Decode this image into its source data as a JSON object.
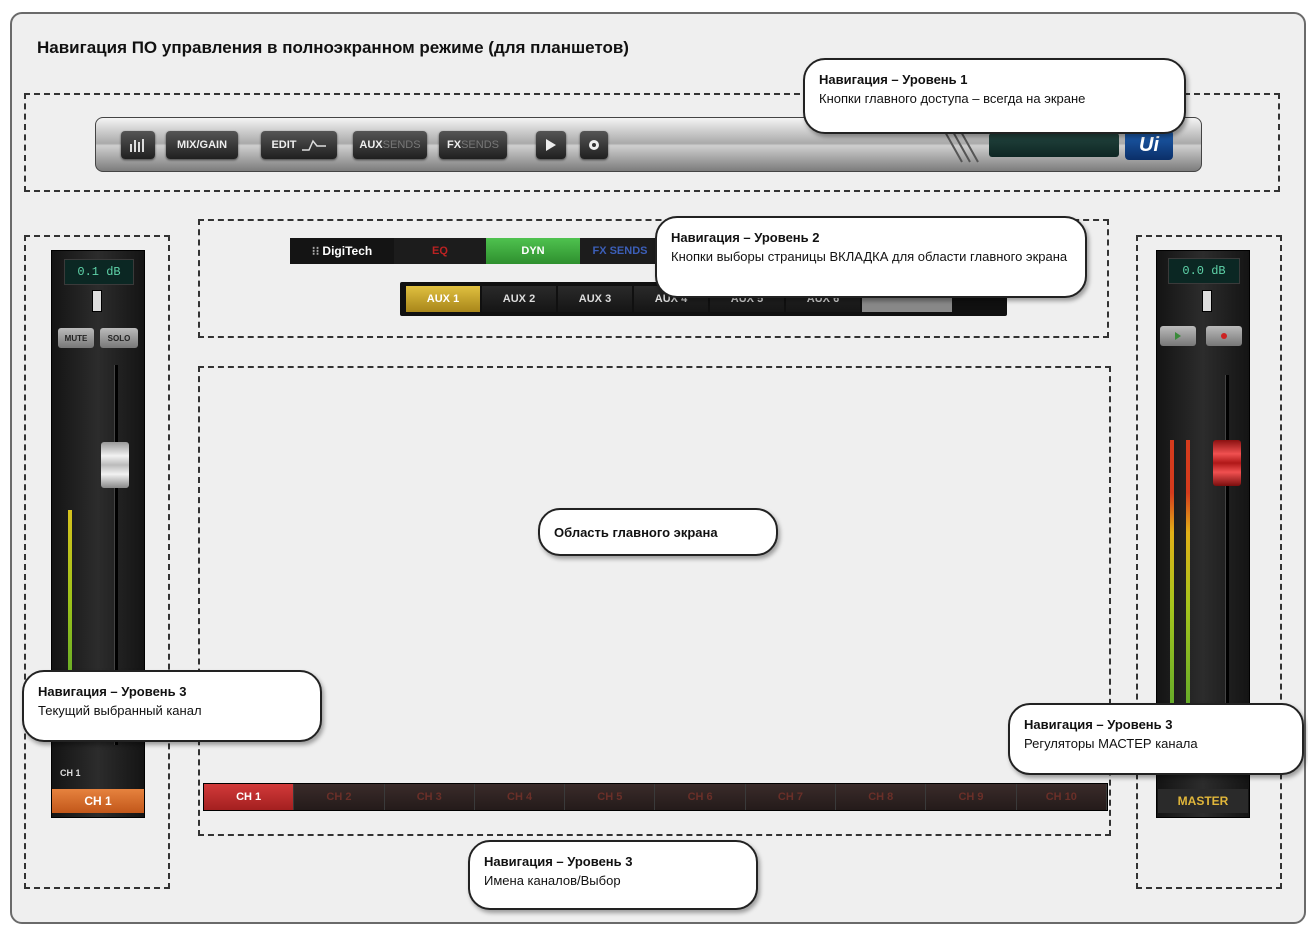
{
  "title": "Навигация ПО управления в полноэкранном режиме (для планшетов)",
  "callouts": {
    "level1": {
      "title": "Навигация – Уровень 1",
      "text": "Кнопки главного доступа – всегда на экране"
    },
    "level2": {
      "title": "Навигация – Уровень 2",
      "text": "Кнопки выборы страницы ВКЛАДКА для области главного экрана"
    },
    "main": {
      "text": "Область главного экрана"
    },
    "level3_left": {
      "title": "Навигация – Уровень 3",
      "text": "Текущий выбранный канал"
    },
    "level3_right": {
      "title": "Навигация – Уровень 3",
      "text": "Регуляторы МАСТЕР канала"
    },
    "level3_bottom": {
      "title": "Навигация – Уровень 3",
      "text": "Имена каналов/Выбор"
    }
  },
  "toolbar": {
    "mixgain": "MIX/GAIN",
    "edit": "EDIT",
    "aux": "AUX",
    "aux_dim": "SENDS",
    "fx": "FX",
    "fx_dim": "SENDS",
    "logo": "Ui"
  },
  "tabs_level2": {
    "brand": "DigiTech",
    "items": [
      "EQ",
      "DYN",
      "FX SENDS"
    ]
  },
  "aux_tabs": [
    "AUX 1",
    "AUX 2",
    "AUX 3",
    "AUX 4",
    "AUX 5",
    "AUX 6"
  ],
  "left_strip": {
    "level": "0.1 dB",
    "mute": "MUTE",
    "solo": "SOLO",
    "small_label": "CH 1",
    "name": "CH 1"
  },
  "right_strip": {
    "level": "0.0 dB",
    "name": "MASTER"
  },
  "channels": [
    "CH 1",
    "CH 2",
    "CH 3",
    "CH 4",
    "CH 5",
    "CH 6",
    "CH 7",
    "CH 8",
    "CH 9",
    "CH 10"
  ],
  "colors": {
    "active_channel": "#c62f2f",
    "aux_active": "#d4b02e",
    "dyn_active": "#3fae3f",
    "ch1_label": "#d86a2a"
  }
}
